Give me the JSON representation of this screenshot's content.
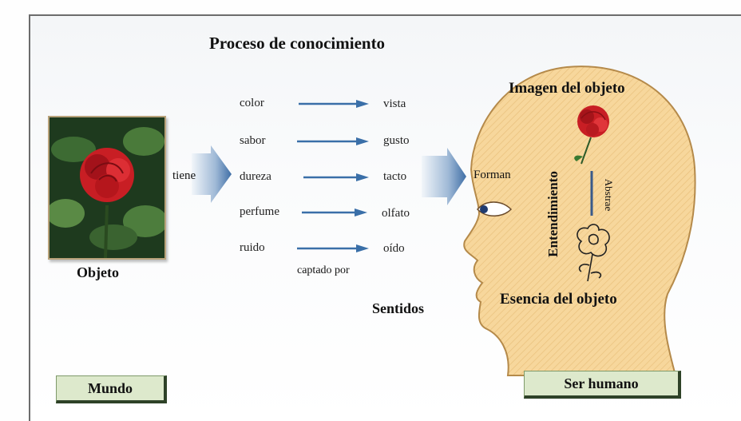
{
  "title": "Proceso de conocimiento",
  "object_label": "Objeto",
  "tiene_label": "tiene",
  "forman_label": "Forman",
  "captado_label": "captado por",
  "sentidos_label": "Sentidos",
  "imagen_label": "Imagen del objeto",
  "esencia_label": "Esencia del objeto",
  "entendimiento_label": "Entendimiento",
  "abstrae_label": "Abstrae",
  "properties": [
    "color",
    "sabor",
    "dureza",
    "perfume",
    "ruido"
  ],
  "senses": [
    "vista",
    "gusto",
    "tacto",
    "olfato",
    "oído"
  ],
  "mundo_button": "Mundo",
  "ser_humano_button": "Ser humano",
  "colors": {
    "head_fill": "#f7d79c",
    "rose": "#c81e24",
    "arrow": "#3a6fa8",
    "button_fill": "#dde9cc"
  }
}
